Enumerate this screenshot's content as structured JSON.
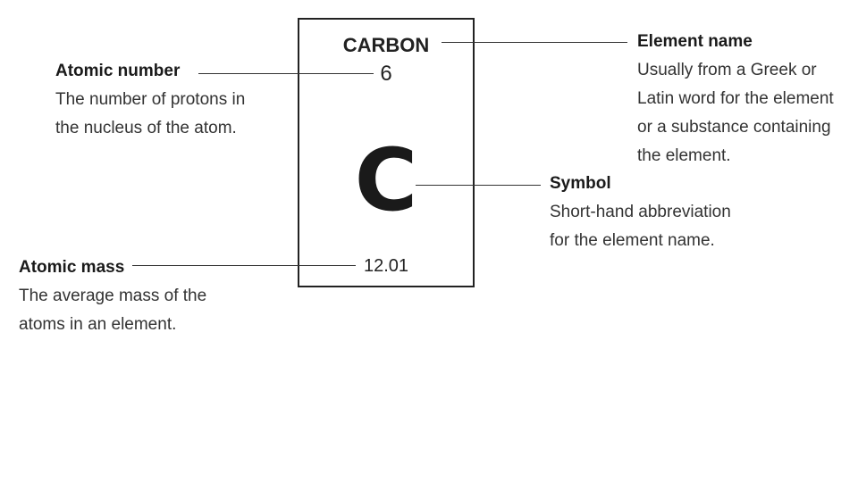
{
  "element": {
    "name": "CARBON",
    "atomic_number": "6",
    "symbol": "C",
    "atomic_mass": "12.01"
  },
  "annotations": {
    "atomic_number": {
      "title": "Atomic number",
      "description": "The number of protons in\nthe nucleus of the atom."
    },
    "element_name": {
      "title": "Element name",
      "description": "Usually from a Greek or\nLatin word for the element\nor a substance containing\nthe element."
    },
    "symbol": {
      "title": "Symbol",
      "description": "Short-hand abbreviation\nfor the element name."
    },
    "atomic_mass": {
      "title": "Atomic mass",
      "description": "The average mass of the\natoms in an element."
    }
  }
}
